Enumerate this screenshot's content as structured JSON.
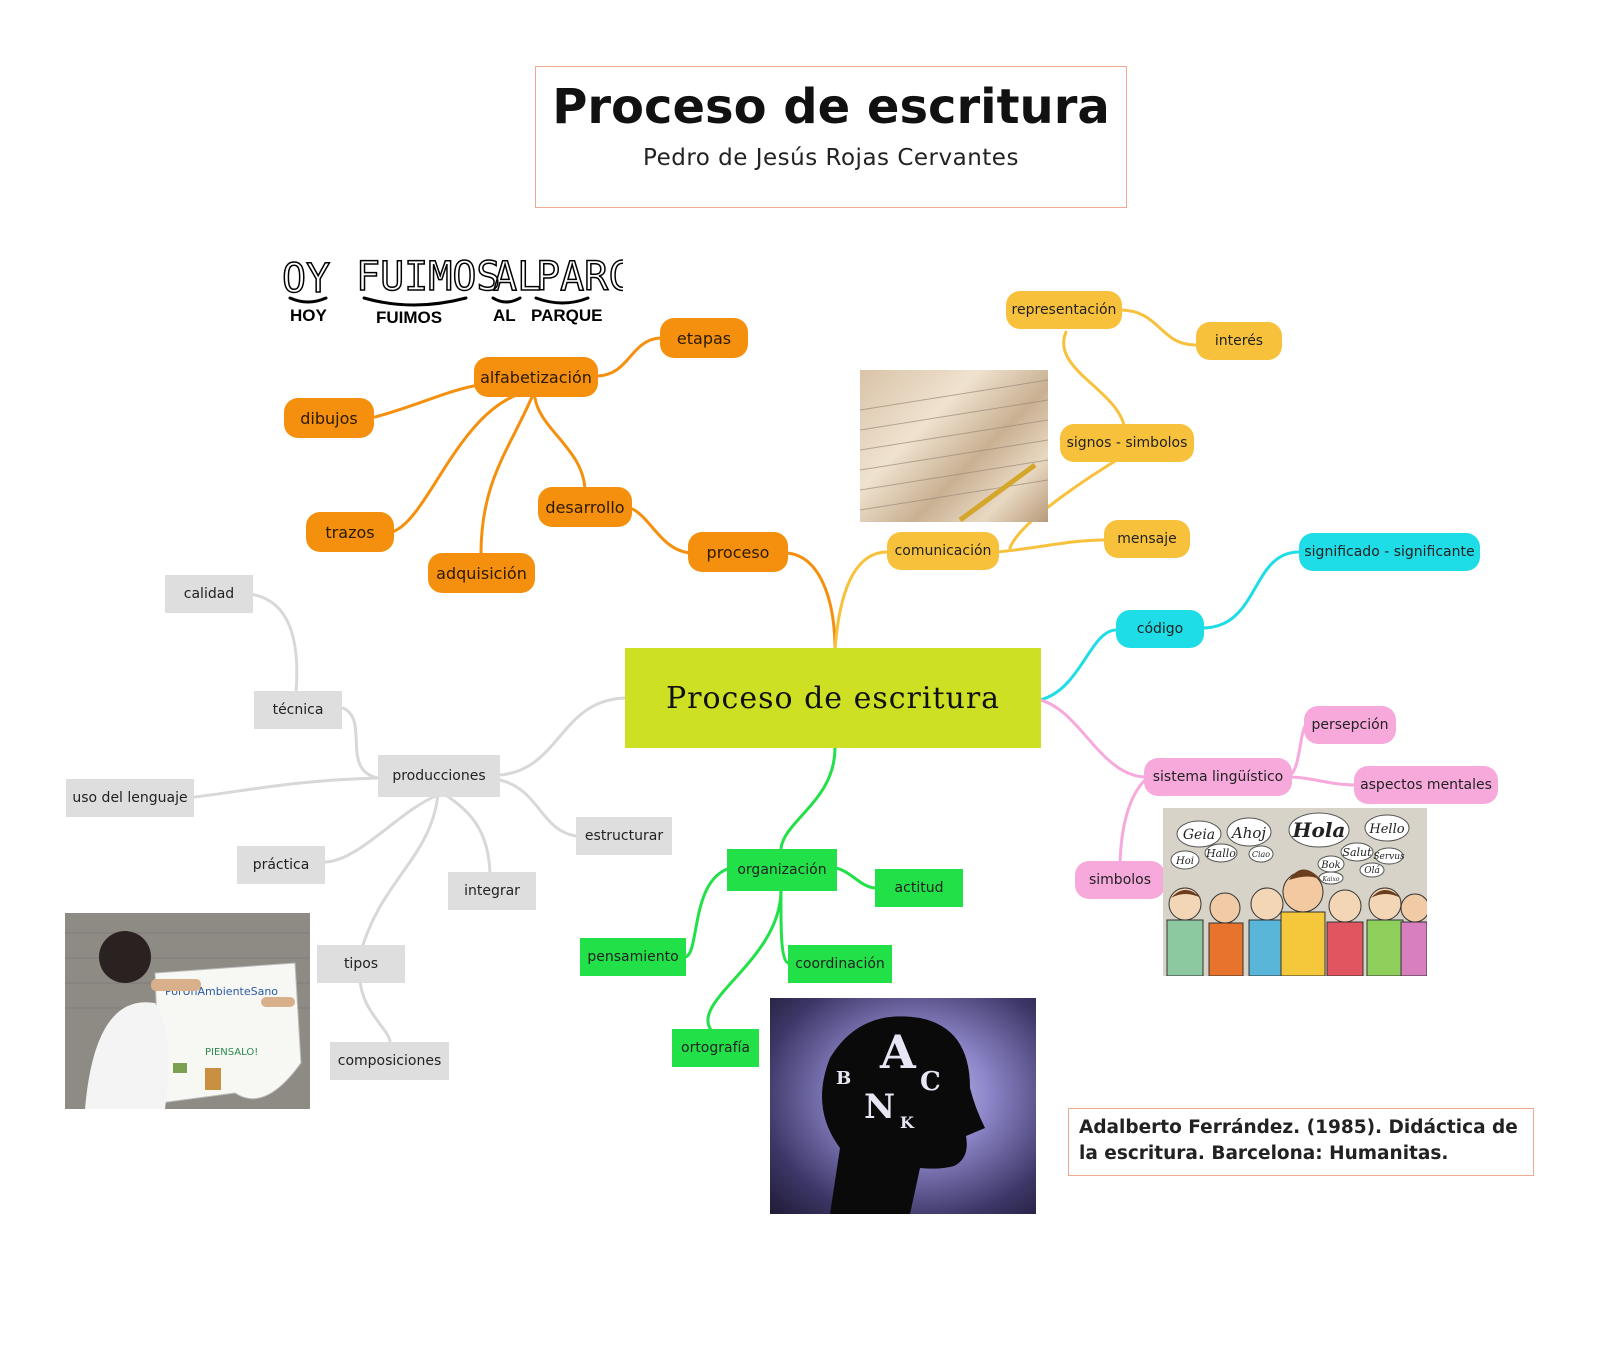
{
  "title": {
    "main": "Proceso de escritura",
    "author": "Pedro de Jesús Rojas Cervantes"
  },
  "central": "Proceso de escritura",
  "nodes": {
    "proceso": "proceso",
    "desarrollo": "desarrollo",
    "alfabetizacion": "alfabetización",
    "etapas": "etapas",
    "dibujos": "dibujos",
    "trazos": "trazos",
    "adquisicion": "adquisición",
    "comunicacion": "comunicación",
    "mensaje": "mensaje",
    "signos": "signos - simbolos",
    "representacion": "representación",
    "interes": "interés",
    "codigo": "código",
    "significado": "significado - significante",
    "sistema": "sistema lingüístico",
    "persepcion": "persepción",
    "aspectos": "aspectos mentales",
    "simbolos": "simbolos",
    "organizacion": "organización",
    "actitud": "actitud",
    "pensamiento": "pensamiento",
    "coordinacion": "coordinación",
    "ortografia": "ortografía",
    "producciones": "producciones",
    "tecnica": "técnica",
    "calidad": "calidad",
    "uso": "uso del lenguaje",
    "practica": "práctica",
    "estructurar": "estructurar",
    "integrar": "integrar",
    "tipos": "tipos",
    "composiciones": "composiciones"
  },
  "image_texts": {
    "child_writing": [
      "OY",
      "FUIMOS",
      "AL",
      "PARCE"
    ],
    "child_labels": [
      "HOY",
      "FUIMOS",
      "AL",
      "PARQUE"
    ],
    "greetings": [
      "Geia",
      "Ahoj",
      "Hola",
      "Hello",
      "Hoi",
      "Hallo",
      "Ciao",
      "Salut",
      "Servus",
      "Bok",
      "Olá",
      "Kaixo"
    ],
    "poster": [
      "PorUnAmbienteSano",
      "PIENSALO!"
    ]
  },
  "reference": "Adalberto Ferrández. (1985). Didáctica de la escritura. Barcelona: Humanitas.",
  "colors": {
    "orange": "#f5900f",
    "yellow": "#f7c13c",
    "cyan": "#1fdde6",
    "pink": "#f7a9dc",
    "gray": "#dedede",
    "green": "#22e048",
    "central": "#cde023"
  }
}
